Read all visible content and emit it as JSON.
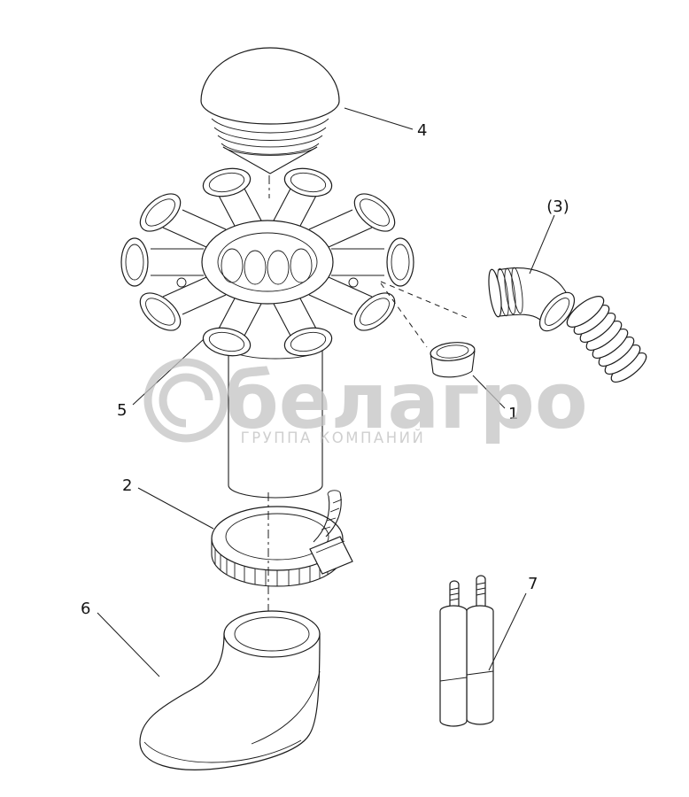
{
  "watermark": {
    "title": "белагро",
    "subtitle": "ГРУППА КОМПАНИЙ"
  },
  "labels": {
    "p1": "1",
    "p2": "2",
    "p3": "(3)",
    "p4": "4",
    "p5": "5",
    "p6": "6",
    "p7": "7"
  }
}
